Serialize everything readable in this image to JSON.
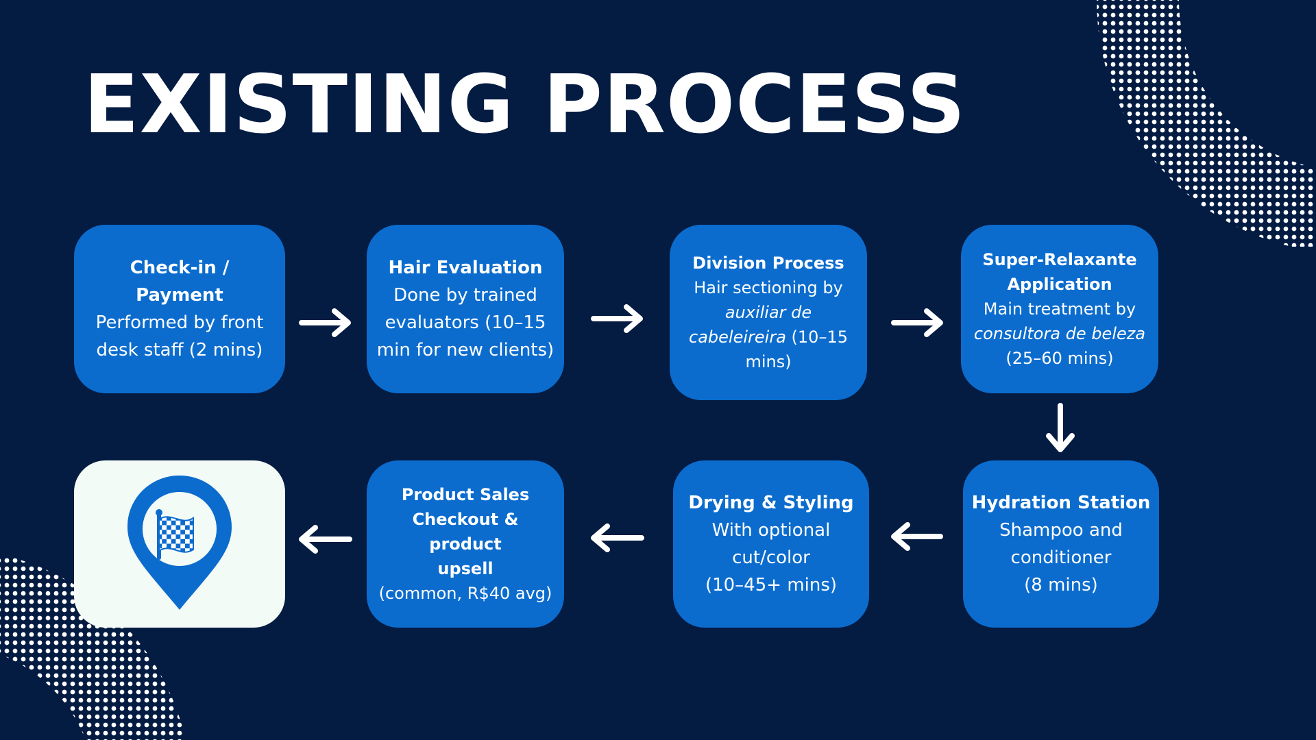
{
  "title": "EXISTING PROCESS",
  "steps": [
    {
      "title_lines": [
        "Check-in /",
        "Payment"
      ],
      "text_lines": [
        "Performed by front",
        "desk staff (2 mins)"
      ]
    },
    {
      "title_lines": [
        "Hair Evaluation"
      ],
      "text_lines": [
        "Done by trained",
        "evaluators (10–15",
        "min for new clients)"
      ]
    },
    {
      "title_lines": [
        "Division Process"
      ],
      "text_lines": [
        "Hair sectioning by",
        "auxiliar de",
        "cabeleireira (10–15",
        "mins)"
      ]
    },
    {
      "title_lines": [
        "Super-Relaxante",
        "Application"
      ],
      "text_lines": [
        "Main treatment by",
        "consultora de beleza",
        "(25–60 mins)"
      ]
    },
    {
      "title_lines": [
        "Hydration Station"
      ],
      "text_lines": [
        "Shampoo and",
        "conditioner",
        "(8 mins)"
      ]
    },
    {
      "title_lines": [
        "Drying & Styling"
      ],
      "text_lines": [
        "With optional",
        "cut/color",
        "(10–45+ mins)"
      ]
    },
    {
      "title_lines": [
        "Product Sales",
        "Checkout & product",
        "upsell"
      ],
      "text_lines": [
        "(common, R$40 avg)"
      ]
    }
  ],
  "end_icon": "location-pin-checkered-flag-icon",
  "colors": {
    "background": "#041b42",
    "box": "#0b6cce",
    "end_box": "#f3fbf6",
    "arrow": "#ffffff",
    "dots": "#ffffff"
  }
}
